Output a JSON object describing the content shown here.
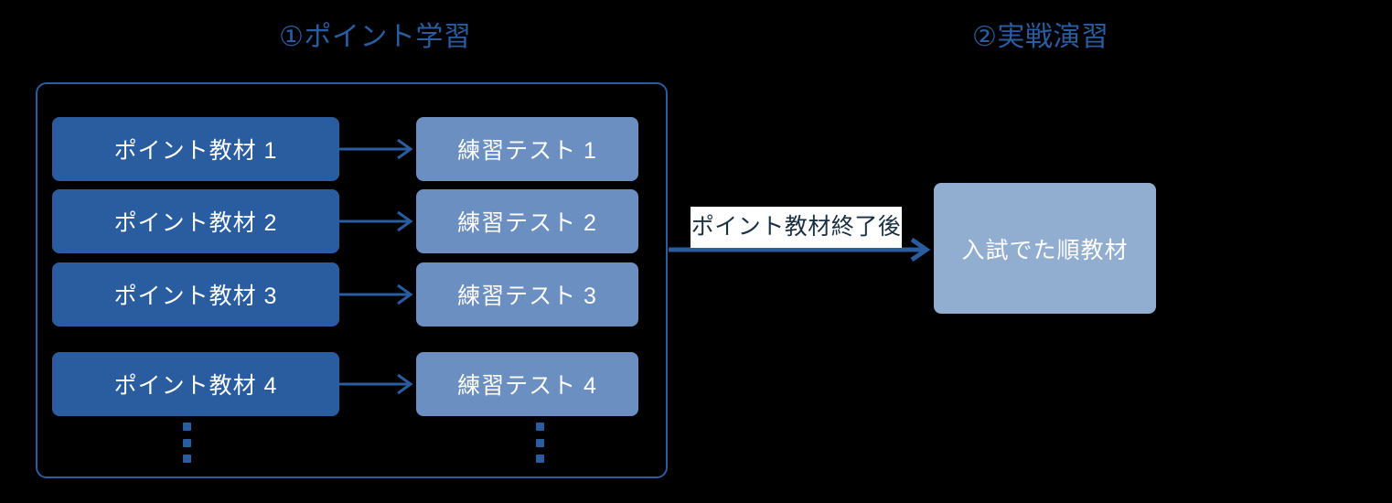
{
  "diagram": {
    "title_hidden": "",
    "colors": {
      "background": "#000000",
      "accent_dark_blue": "#2a5d9f",
      "accent_mid_blue": "#6b8fc0",
      "accent_light_blue": "#91aed0",
      "heading_text": "#2a5d9f",
      "node_text": "#ffffff",
      "label_text": "#1a3040",
      "label_background": "#ffffff"
    },
    "headings": [
      {
        "id": "phase-1",
        "label": "①ポイント学習"
      },
      {
        "id": "phase-2",
        "label": "②実戦演習"
      }
    ],
    "phase1": {
      "rows": [
        {
          "point": "ポイント教材 1",
          "test": "練習テスト 1",
          "arrow": "arrow-right"
        },
        {
          "point": "ポイント教材 2",
          "test": "練習テスト 2",
          "arrow": "arrow-right"
        },
        {
          "point": "ポイント教材 3",
          "test": "練習テスト 3",
          "arrow": "arrow-right"
        },
        {
          "point": "ポイント教材 4",
          "test": "練習テスト 4",
          "arrow": "arrow-right"
        }
      ],
      "continuation_marker": "⋮"
    },
    "transition": {
      "label": "ポイント教材終了後",
      "arrow": "arrow-right-long"
    },
    "phase2": {
      "node": "入試でた順教材"
    }
  }
}
